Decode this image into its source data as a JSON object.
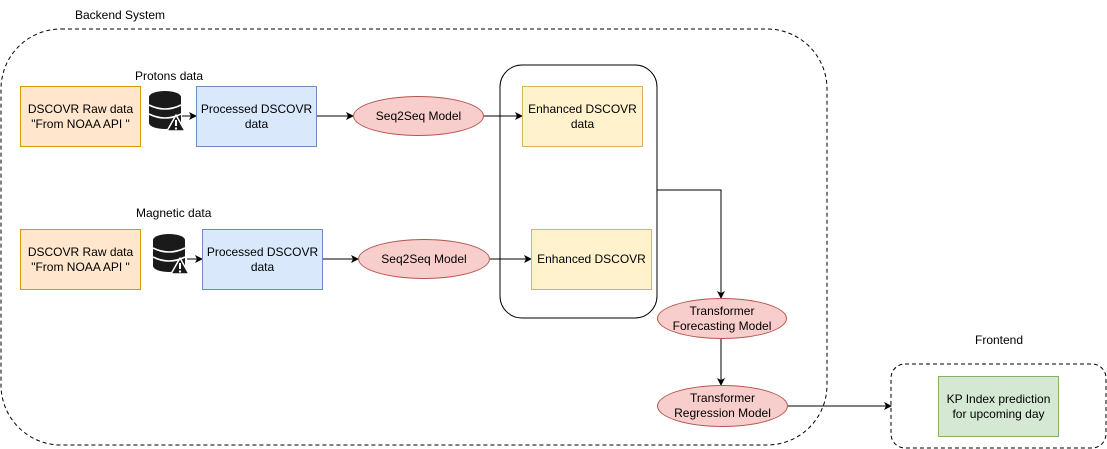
{
  "backend": {
    "title": "Backend System",
    "protons_label": "Protons data",
    "magnetic_label": "Magnetic data"
  },
  "protons": {
    "raw_line1": "DSCOVR Raw data",
    "raw_line2": "\"From NOAA API \"",
    "processed_line1": "Processed DSCOVR",
    "processed_line2": "data",
    "model": "Seq2Seq Model",
    "enhanced_line1": "Enhanced DSCOVR",
    "enhanced_line2": "data"
  },
  "magnetic": {
    "raw_line1": "DSCOVR Raw data",
    "raw_line2": "\"From NOAA API \"",
    "processed_line1": "Processed DSCOVR",
    "processed_line2": "data",
    "model": "Seq2Seq Model",
    "enhanced": "Enhanced DSCOVR"
  },
  "forecasting": {
    "line1": "Transformer",
    "line2": "Forecasting Model"
  },
  "regression": {
    "line1": "Transformer",
    "line2": "Regression Model"
  },
  "frontend": {
    "title": "Frontend",
    "kp_line1": "KP Index prediction",
    "kp_line2": "for upcoming day"
  },
  "icons": [
    "database-icon",
    "warning-icon"
  ],
  "colors": {
    "raw_fill": "#ffe6cc",
    "processed_fill": "#dae8fc",
    "model_fill": "#f8cecc",
    "enhanced_fill": "#fff2cc",
    "output_fill": "#d5e8d4"
  }
}
